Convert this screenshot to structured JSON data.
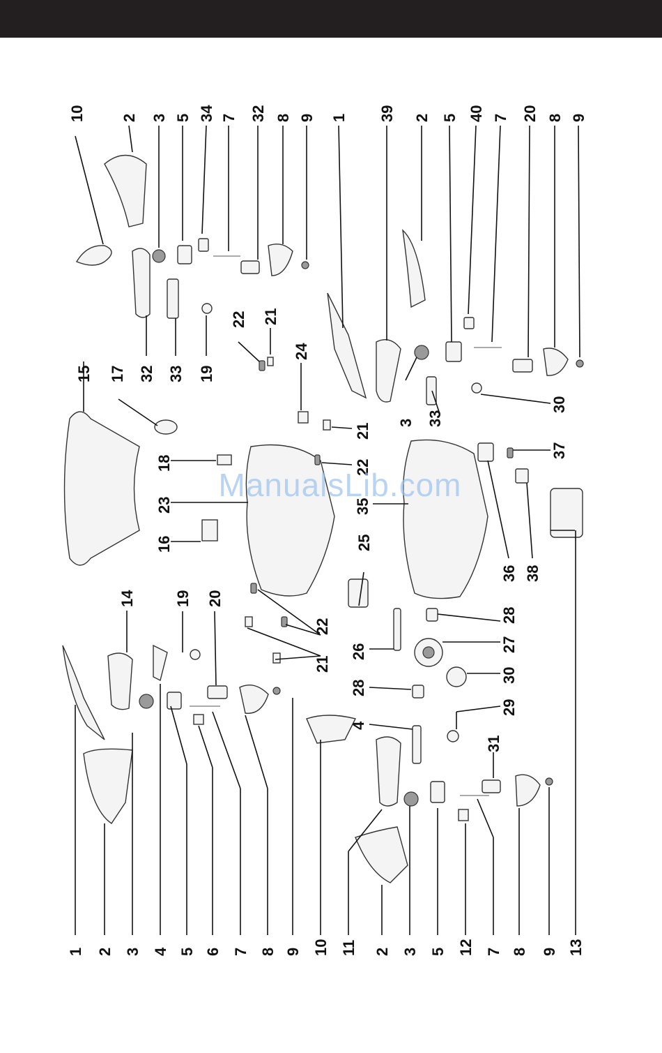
{
  "watermark": "ManualsLib.com",
  "callouts": {
    "g10a": "10",
    "g2a": "2",
    "g3a": "3",
    "g5a": "5",
    "g34": "34",
    "g7a": "7",
    "g32a": "32",
    "g8a": "8",
    "g9a": "9",
    "g1a": "1",
    "g39": "39",
    "g2b": "2",
    "g5b": "5",
    "g40": "40",
    "g7b": "7",
    "g20a": "20",
    "g8b": "8",
    "g9b": "9",
    "g15": "15",
    "g17": "17",
    "g32b": "32",
    "g33a": "33",
    "g19a": "19",
    "g22a": "22",
    "g21a": "21",
    "g24": "24",
    "g18": "18",
    "g23": "23",
    "g16": "16",
    "g14": "14",
    "g19b": "19",
    "g20b": "20",
    "g21b": "21",
    "g22b": "22",
    "g21c": "21",
    "g22c": "22",
    "g35": "35",
    "g3b": "3",
    "g33b": "33",
    "g30a": "30",
    "g37": "37",
    "g36": "36",
    "g38": "38",
    "g25": "25",
    "g26": "26",
    "g27": "27",
    "g28a": "28",
    "g28b": "28",
    "g30b": "30",
    "g29": "29",
    "g4b": "4",
    "g31": "31",
    "b1": "1",
    "b2": "2",
    "b3": "3",
    "b4": "4",
    "b5": "5",
    "b6": "6",
    "b7": "7",
    "b8": "8",
    "b9": "9",
    "b10": "10",
    "b11": "11",
    "b2b": "2",
    "b3b": "3",
    "b5b": "5",
    "b12": "12",
    "b7b": "7",
    "b8b": "8",
    "b9b": "9",
    "b13": "13"
  }
}
